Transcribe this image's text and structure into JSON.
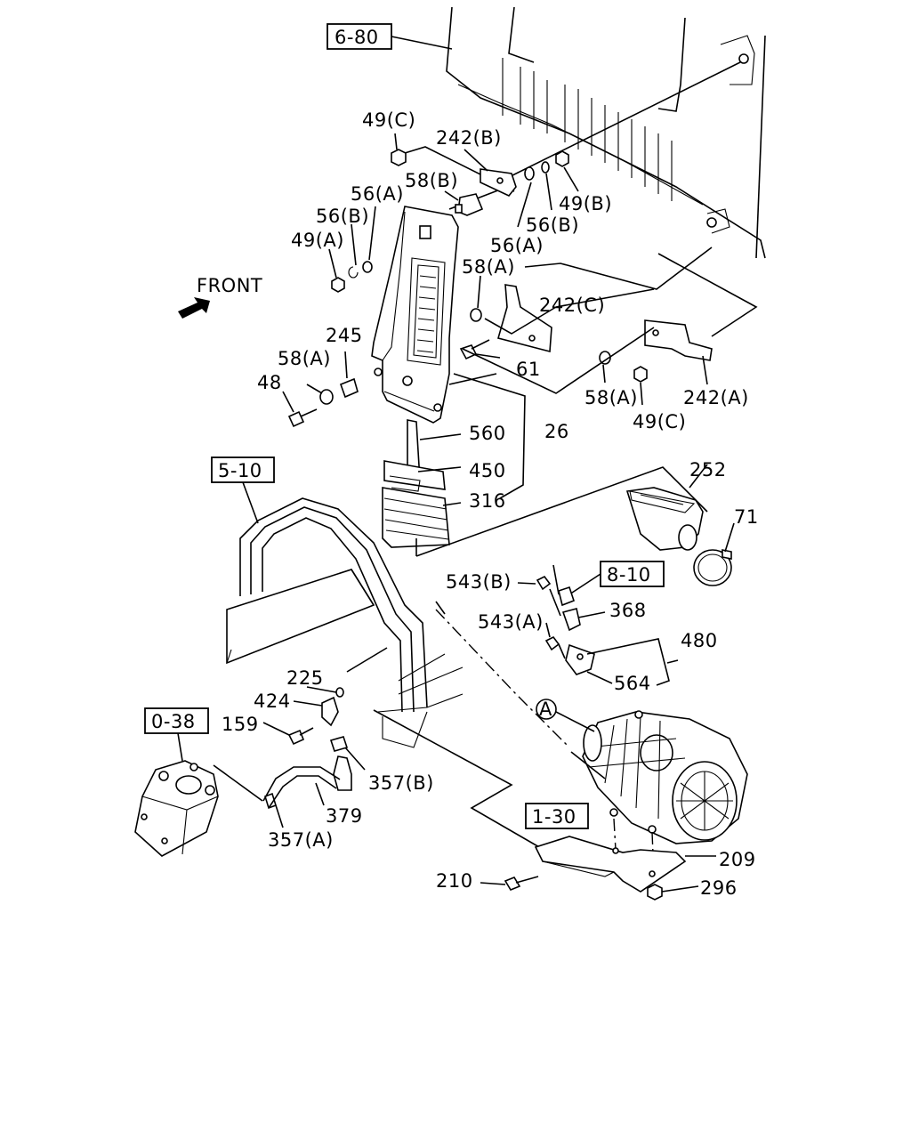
{
  "refs": {
    "r680": "6-80",
    "r510": "5-10",
    "r810": "8-10",
    "r038": "0-38",
    "r130": "1-30"
  },
  "labels": {
    "l49c_top": "49(C)",
    "l242b": "242(B)",
    "l58b": "58(B)",
    "l56a_left": "56(A)",
    "l56b_left": "56(B)",
    "l49a": "49(A)",
    "l56b_mid": "56(B)",
    "l49b": "49(B)",
    "l56a_mid": "56(A)",
    "l58a_mid": "58(A)",
    "l242c": "242(C)",
    "l61": "61",
    "l245": "245",
    "l58a_left": "58(A)",
    "l48": "48",
    "l58a_right": "58(A)",
    "l242a": "242(A)",
    "l49c_right": "49(C)",
    "l560": "560",
    "l26": "26",
    "l450": "450",
    "l316": "316",
    "l252": "252",
    "l71": "71",
    "l543b": "543(B)",
    "l368": "368",
    "l543a": "543(A)",
    "l480": "480",
    "l564": "564",
    "l225": "225",
    "l424": "424",
    "l159": "159",
    "l357b": "357(B)",
    "l379": "379",
    "l357a": "357(A)",
    "l209": "209",
    "l210": "210",
    "l296": "296",
    "front": "FRONT",
    "circleA": "A"
  }
}
